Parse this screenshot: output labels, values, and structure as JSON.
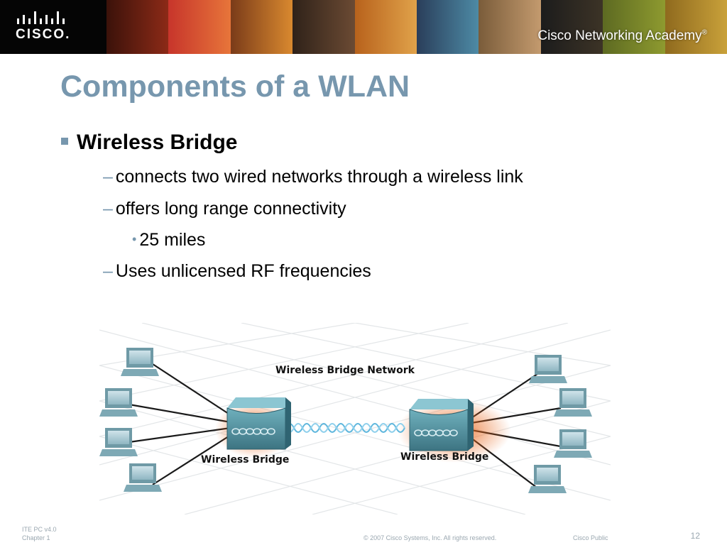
{
  "banner": {
    "logo_text": "CISCO.",
    "academy": "Cisco Networking Academy",
    "academy_mark": "®",
    "colors": [
      "#6b1d10",
      "#c7352b",
      "#d9892f",
      "#3a2a1f",
      "#b8621c",
      "#2a3e5a",
      "#4d8aa5",
      "#7a5c3a",
      "#1c1c1c",
      "#8e9a2f",
      "#c9a13a"
    ]
  },
  "slide": {
    "title": "Components of a WLAN",
    "accent_color": "#7797ae"
  },
  "bullets": {
    "level1": "Wireless Bridge",
    "items": [
      {
        "text": "connects two wired networks through a wireless link"
      },
      {
        "text": "offers long range connectivity"
      },
      {
        "text": "Uses unlicensed RF frequencies"
      }
    ],
    "sub_item": "25 miles",
    "dash": "–",
    "dot": "•"
  },
  "diagram": {
    "network_label": "Wireless Bridge Network",
    "left_bridge_label": "Wireless Bridge",
    "right_bridge_label": "Wireless Bridge",
    "bridge_color": "#4e8c9a",
    "signal_color": "#5fb7dd",
    "glow_color": "#e8661b",
    "icons": [
      "pc-icon",
      "wireless-bridge-icon",
      "radio-wave-icon"
    ]
  },
  "footer": {
    "course": "ITE PC v4.0",
    "chapter": "Chapter 1",
    "copyright": "© 2007 Cisco Systems, Inc. All rights reserved.",
    "classification": "Cisco Public",
    "page_number": "12"
  }
}
